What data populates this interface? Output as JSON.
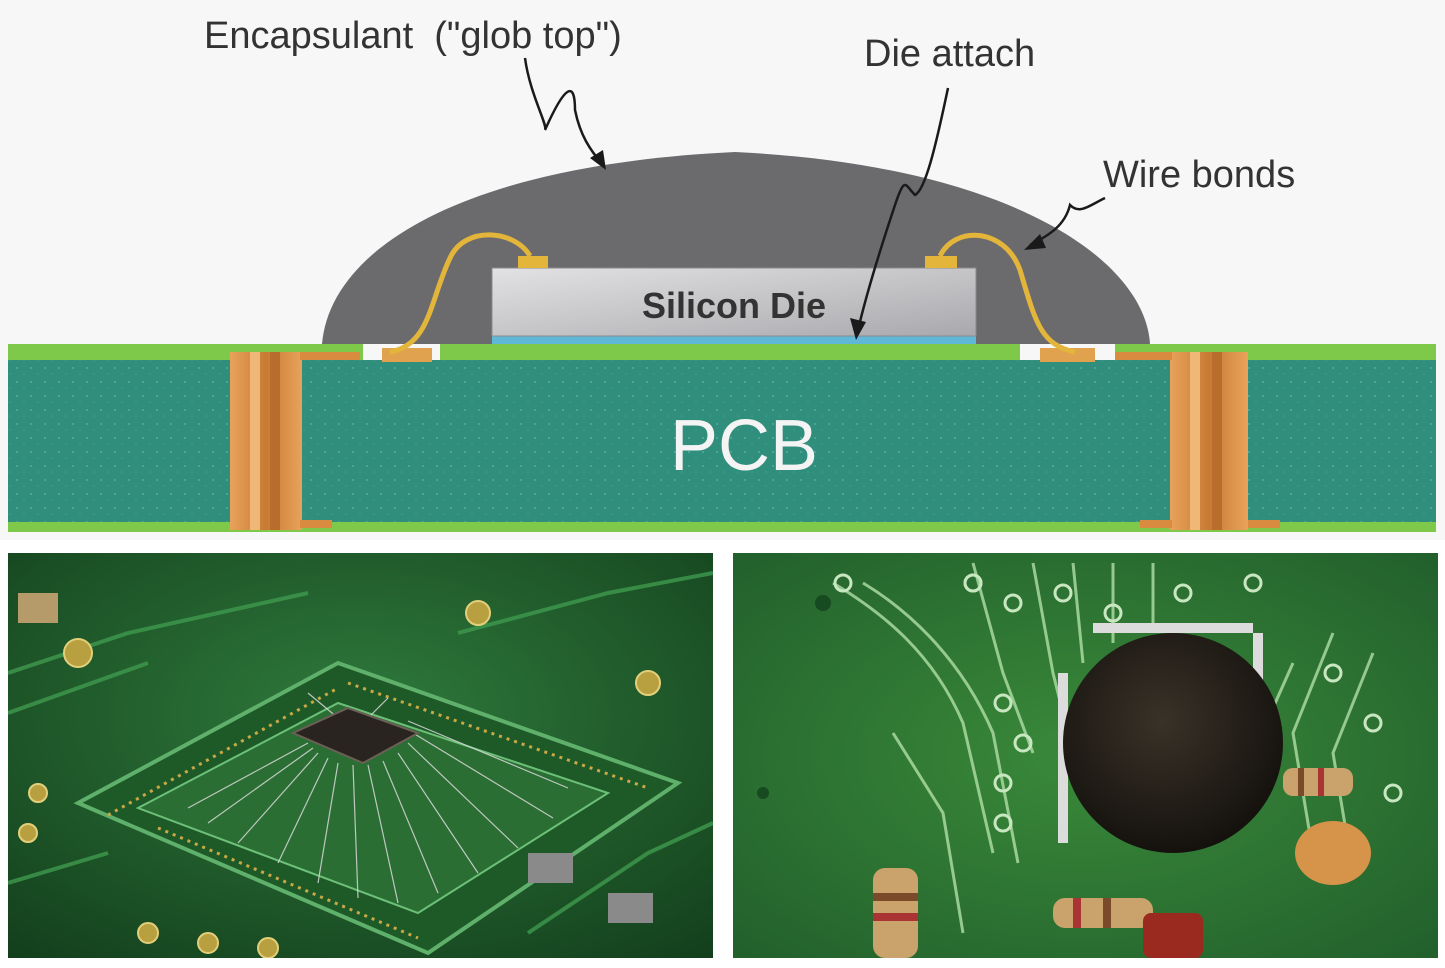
{
  "diagram": {
    "labels": {
      "encapsulant": "Encapsulant  (\"glob top\")",
      "die_attach": "Die attach",
      "wire_bonds": "Wire bonds",
      "silicon_die": "Silicon Die",
      "pcb": "PCB"
    }
  },
  "colors": {
    "encapsulant": "#6b6b6d",
    "pcb_core": "#2e8c7a",
    "solder_mask": "#7ec84a",
    "copper": "#d98c3f",
    "wire": "#e3b53a",
    "die": "#c9c9cc",
    "die_attach": "#5fb8d8",
    "board_green": "#1f5a2a"
  }
}
